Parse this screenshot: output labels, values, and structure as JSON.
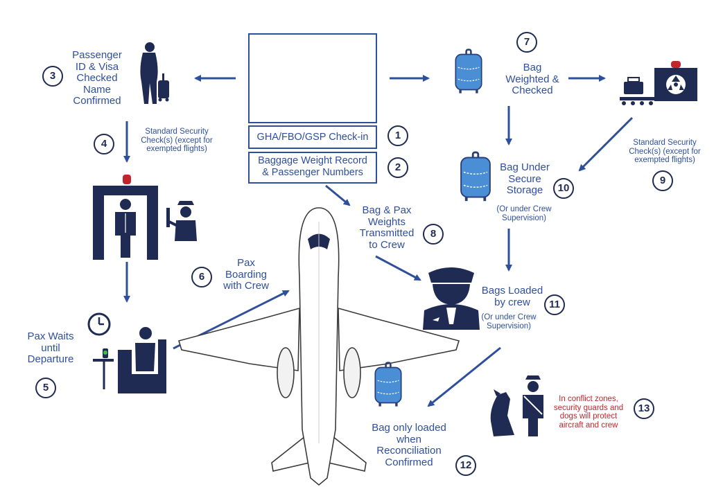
{
  "steps": {
    "s1": "GHA/FBO/GSP Check-in",
    "s2": [
      "Baggage Weight Record",
      "& Passenger Numbers"
    ],
    "s3": [
      "Passenger",
      "ID & Visa",
      "Checked",
      "Name",
      "Confirmed"
    ],
    "s4": [
      "Standard Security",
      "Check(s) (except for",
      "exempted flights)"
    ],
    "s5": [
      "Pax Waits",
      "until",
      "Departure"
    ],
    "s6": [
      "Pax",
      "Boarding",
      "with Crew"
    ],
    "s7": [
      "Bag",
      "Weighted &",
      "Checked"
    ],
    "s8": [
      "Bag & Pax",
      "Weights",
      "Transmitted",
      "to Crew"
    ],
    "s9": [
      "Standard Security",
      "Check(s) (except for",
      "exempted flights)"
    ],
    "s10": [
      "Bag Under",
      "Secure",
      "Storage"
    ],
    "s10_note": [
      "(Or under Crew",
      "Supervision)"
    ],
    "s11": [
      "Bags Loaded",
      "by crew"
    ],
    "s11_note": [
      "(Or under Crew",
      "Supervision)"
    ],
    "s12": [
      "Bag only loaded",
      "when",
      "Reconciliation",
      "Confirmed"
    ],
    "s13": [
      "In conflict zones,",
      "security guards and",
      "dogs will protect",
      "aircraft and crew"
    ]
  },
  "numbers": [
    "1",
    "2",
    "3",
    "4",
    "5",
    "6",
    "7",
    "8",
    "9",
    "10",
    "11",
    "12",
    "13"
  ],
  "icons": [
    "traveler-icon",
    "suitcase-icon",
    "security-scanner-icon",
    "metal-detector-icon",
    "security-officer-icon",
    "clock-icon",
    "lounge-chair-icon",
    "pilot-icon",
    "airplane-icon",
    "guard-icon",
    "dog-icon"
  ],
  "colors": {
    "primary": "#2e4f9c",
    "dark": "#1f2b52",
    "alert": "#c0262c",
    "bag": "#4a8fd6"
  }
}
